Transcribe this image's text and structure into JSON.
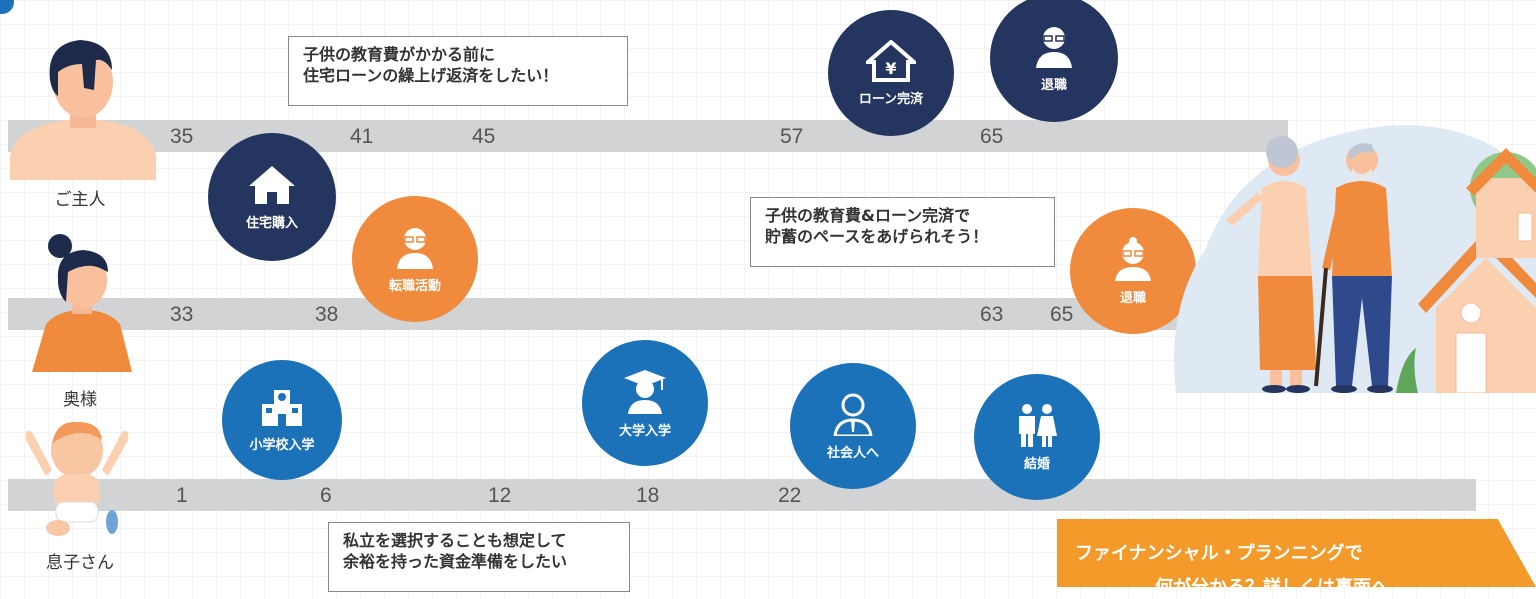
{
  "people": {
    "husband": {
      "label": "ご主人",
      "ages": [
        "35",
        "41",
        "45",
        "57",
        "65"
      ]
    },
    "wife": {
      "label": "奥様",
      "ages": [
        "33",
        "38",
        "63",
        "65"
      ]
    },
    "son": {
      "label": "息子さん",
      "ages": [
        "1",
        "6",
        "12",
        "18",
        "22"
      ]
    }
  },
  "events": {
    "house_purchase": "住宅購入",
    "loan_paid": "ローン完済",
    "husband_retire": "退職",
    "job_change": "転職活動",
    "wife_retire": "退職",
    "elementary": "小学校入学",
    "university": "大学入学",
    "working": "社会人へ",
    "marriage": "結婚"
  },
  "notes": {
    "top": [
      "子供の教育費がかかる前に",
      "住宅ローンの繰上げ返済をしたい！"
    ],
    "middle": [
      "子供の教育費&ローン完済で",
      "貯蓄のペースをあげられそう！"
    ],
    "bottom": [
      "私立を選択することも想定して",
      "余裕を持った資金準備をしたい"
    ]
  },
  "banner": {
    "line1": "ファイナンシャル・プランニングで",
    "line2": "何が分かる？詳しくは裏面へ"
  },
  "colors": {
    "navy": "#24365f",
    "orange": "#f08a3c",
    "blue": "#1b72b8",
    "bar": "#d2d3d5",
    "banner": "#f39a2a"
  }
}
